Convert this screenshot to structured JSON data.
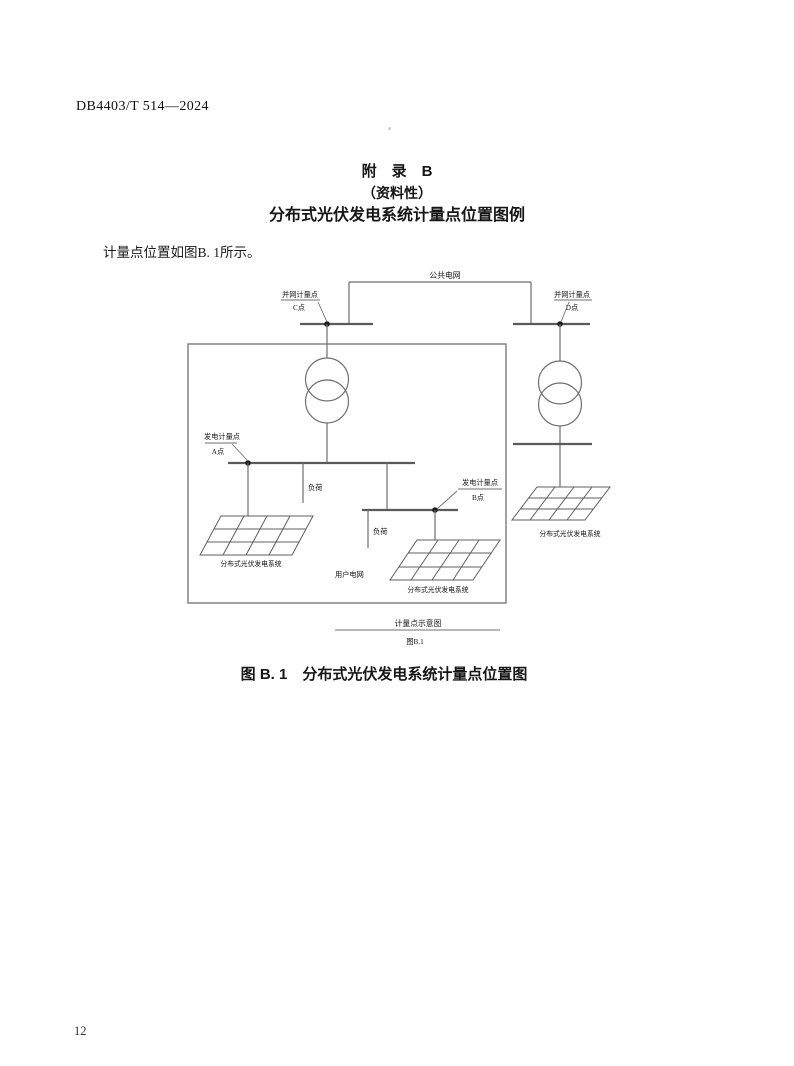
{
  "page": {
    "header": "DB4403/T 514—2024",
    "page_number": "12"
  },
  "appendix": {
    "title_line1": "附　录　B",
    "title_line2": "（资料性）",
    "title_line3": "分布式光伏发电系统计量点位置图例",
    "intro": "计量点位置如图B. 1所示。"
  },
  "figure": {
    "inner_title": "计量点示意图",
    "inner_number": "图B.1",
    "caption": "图 B. 1　分布式光伏发电系统计量点位置图"
  },
  "diagram": {
    "public_grid_label": "公共电网",
    "user_grid_label": "用户电网",
    "meter_c_label": "并网计量点",
    "meter_c_point": "C点",
    "meter_d_label": "并网计量点",
    "meter_d_point": "D点",
    "meter_a_label": "发电计量点",
    "meter_a_point": "A点",
    "meter_b_label": "发电计量点",
    "meter_b_point": "B点",
    "load1_label": "负荷",
    "load2_label": "负荷",
    "pv1_label": "分布式光伏发电系统",
    "pv2_label": "分布式光伏发电系统",
    "pv3_label": "分布式光伏发电系统"
  },
  "colors": {
    "line": "#6f6f6f",
    "text": "#1a1a1a",
    "background": "#ffffff"
  }
}
